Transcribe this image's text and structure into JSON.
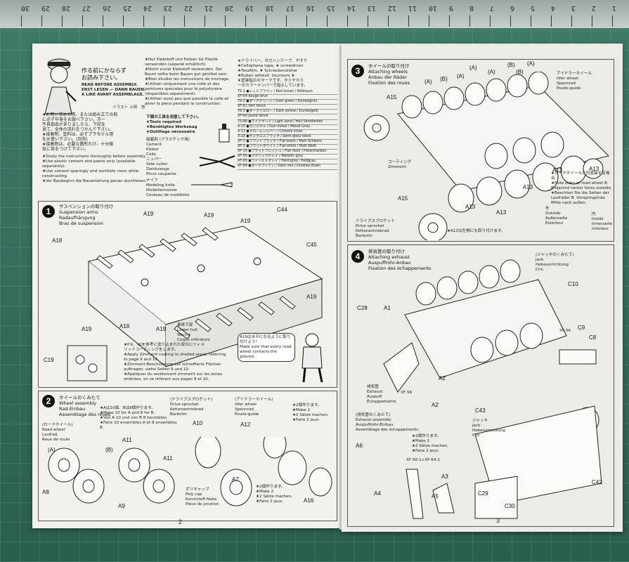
{
  "ruler_numbers": [
    "30",
    "29",
    "28",
    "27",
    "26",
    "25",
    "24",
    "23",
    "22",
    "21",
    "20",
    "19",
    "18",
    "17",
    "16",
    "15",
    "14",
    "13",
    "12",
    "11",
    "10",
    "9",
    "8",
    "7",
    "6",
    "5",
    "4",
    "3",
    "2",
    "1"
  ],
  "page_left": {
    "intro_title_jp": "作る前にかならず\nお読み下さい。",
    "intro_title_en": "READ BEFORE ASSEMBLY.\nERST LESEN — DANN BAUEN.\nA LIRE AVANT ASSEMBLAGE.",
    "illustration_credit": "イラスト 上田　信",
    "intro_jp": "★お買い求めの際、または組み立ての前\nに必ず中身をお調べ下さい。万一\n不良部品がありましたら、下記を\n見て、全体の流れをつかんで下さい。\n★接着剤、塗料は、必ずプラモデル用\nをお使い下さい。(別売)\n★接着剤は、必要な箇所だけ、十分換\n気に気をつけて下さい。",
    "intro_en": "★Study the instructions thoroughly before assembly.\n★Use plastic cement and paints only (available separately).\n★Use cement sparingly and ventilate room while constructing.\n★Vor Baubeginn die Bauanleitung genau durchlesen.",
    "col2_text": "★Nur Klebstoff und Farben für Plastik verwenden (separat erhältlich).\n★Nicht zuviel Klebstoff verwenden. Der Raum sollte beim Bauen gut gelüftet sein.\n★Bien étudier les instructions de montage.\n★Utiliser uniquement une colle et des peintures spéciales pour le polystyrène (disponibles séparément).\n★Utiliser aussi peu que possible la colle et aérer la pièce pendant la construction.",
    "tools_title": "下図の工具を用意して下さい。\n★Tools required\n★Benötigtes Werkzeug\n★Outillage nécessaire",
    "tool_cement": "接着剤 (プラスチック用)\nCement\nKleber\nColle",
    "tool_nipper": "ニッパー\nSide cutter\nZwickzange\nPince coupante",
    "tool_knife": "ナイフ\nModeling knife\nModellermesser\nCouteau de modéliste",
    "col3_text": "★ドライバー、セロハンテープ、やすり\n★Cellophane tape, ★ screwdriver\n★Tesafilm, ★ Schraubenzieher\n★Ruban adhésif, tournevis ★\n★塗装指示のマークです。タミヤカラ\nーのカラーナンバーで指示しています。",
    "paint_table": [
      "TS-1 ●レッドブラウン / Red brown / Rotbraun",
      "XF-64 Rouge brun",
      "TS-2 ●ダークグリーン / Dark green / Dunkelgrün",
      "XF-61 Vert foncé",
      "TS-3 ●ダークイエロー / Dark yellow / Dunkelgelb",
      "XF-60 Jaune foncé",
      "TS-46 ●ライトサンド / Light sand / Hell-Sandfarben",
      "X-10 ●ガンメタル / Gun metal / Metall-Grau",
      "X-11 ●クロームシルバー / Chrome silver",
      "X-18 ●セミグロスブラック / Semi gloss black",
      "XF-1 ●フラットブラック / Flat black / Matt Schwarz",
      "XF-2 ●フラットホワイト / Flat white / Matt Weiß",
      "XF-15 ●フラットフレッシュ / Flat flesh / Fleischfarben",
      "XF-56 ●メタリックグレイ / Metallic grey",
      "XF-65 ●フィールドグレイ / Field grey / Feldgrau",
      "XF-84 ●ダークアイアン / Dark iron / Dunkles Eisen"
    ],
    "step1": {
      "number": "1",
      "title": "サスペンションの取り付け\nSuspension arms\nRadaufhängung\nBras de suspension",
      "parts": [
        "A19",
        "A19",
        "A19",
        "C44",
        "A18",
        "C45",
        "A19",
        "A19",
        "A18",
        "A19",
        "C19"
      ],
      "turret_label": "車体下部\nLower hull\nWanne\nCoque inférieure",
      "note": "★P.9、10を参考に塗り込まれた部分にツィメ\nリットコーティングをします。\n★Apply Zimmerit coating to shaded areas, referring to page 9 and 10.\n★Zimmerit-Beschichtung auf schraffierte Flächen auftragen, siehe Seiten 9 und 10.\n★Appliquer du revêtement zimmerit sur les zones ombrées, en se référant aux pages 9 et 10.",
      "bubble": "A19は水平になるように取り付けよう!\nMake sure that every road wheel contacts the ground."
    },
    "step2": {
      "number": "2",
      "title": "ホイールのくみたて\nWheel assembly\nRad-Einbau\nAssemblage des roues",
      "note": "★Aは10個、Bは8個作ります。\n★Make 10 for A and 8 for B.\n★Von A 10 und von B 8 herstellen.\n★Faire 10 ensembles A et 8 ensembles B.",
      "road_wheel": "(ロードホイール)\nRoad wheel\nLaufrad\nRoue de route",
      "drive": "(ドライブスプロケット)\nDrive sprocket\nKettenantriebrad\nBarbotin",
      "idler": "(アイドラーホイール)\nIdler wheel\nSpannrad\nPoulie-guide",
      "make2": "★2個作ります。\n★Make 2\n★2 Sätze machen.\n★Faire 2 jeux.",
      "poly": "ポリキャップ\nPoly cap\nKunststoff-Nabe\nPièce de jonction",
      "labels": [
        "(A)",
        "(B)",
        "A8",
        "A9",
        "A11",
        "A11",
        "A10",
        "A7",
        "A12",
        "A16"
      ]
    },
    "page_number": "2"
  },
  "page_right": {
    "step3": {
      "number": "3",
      "title": "ホイールの取り付け\nAttaching wheels\nAnbau der Räder\nFixation des roues",
      "labels": [
        "(A)",
        "(A)",
        "(B)",
        "(A)",
        "(B)",
        "(A)",
        "(B)",
        "(A)",
        "A15",
        "A15",
        "A13",
        "A13",
        "A13",
        "A13",
        "A13"
      ],
      "zimmerit": "コーティング\nZimmerit",
      "sprocket": "ドライブスプロケット\nDrive sprocket\nKettenantriebrad\nBarbotin",
      "idler": "アイドラーホイール\nIdler wheel\nSpannrad\nPoulie-guide",
      "note": "★ロードホイールに白塗装する場合\n★Note sides of road wheel B. Projected center faces outside.\n★Beachten Sie die Seiten der Laufräder B. Vorspringende Mitte nach außen.",
      "outside": "外\nOutside\nAußenseite\nExtérieur",
      "inside": "内\nInside\nInnenseite\nIntérieur",
      "a13_note": "★A13は左側にも取り付けます。"
    },
    "step4": {
      "number": "4",
      "title": "排気管の取り付け\nAttaching exhaust\nAuspuffrohr-Anbau\nFixation des échappements",
      "jack": "(ジャッキのくみたて)\nJack\nHebevorrichtung\nCric",
      "labels": [
        "C28",
        "A1",
        "C10",
        "C8",
        "C9",
        "A2",
        "A2"
      ],
      "exhaust": "排気管\nExhaust\nAuspuff\nÉchappements",
      "xf": "XF-56",
      "xf2": "XF-56",
      "exhaust_assembly": "(排気管のくみたて)\nExhaust assembly\nAuspuffrohr-Einbau\nAssemblage des échappements",
      "make2": "★2個作ります。\n★Make 2\n★2 Sätze machen.\n★Faire 2 jeux.",
      "mix": "XF-56:1+XF-64:1",
      "jack_small": "ジャッキ\nJack\nHebevorrichtung\nCric",
      "asm_labels": [
        "A6",
        "A3",
        "A4",
        "A5",
        "C43",
        "C29",
        "C30",
        "C42"
      ]
    },
    "page_number": "3"
  }
}
